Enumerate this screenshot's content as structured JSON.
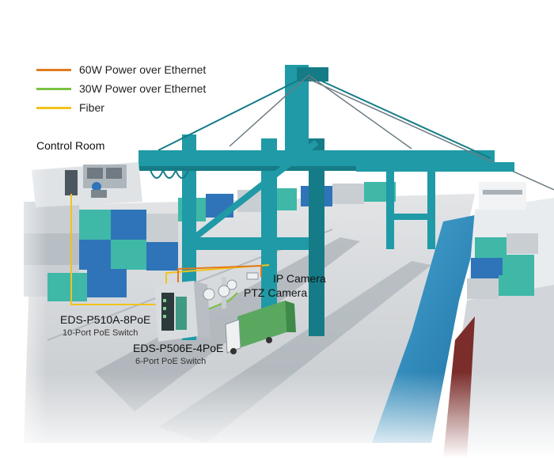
{
  "legend": {
    "items": [
      {
        "label": "60W Power over Ethernet",
        "color": "#e07a1f"
      },
      {
        "label": "30W Power over Ethernet",
        "color": "#7bc142"
      },
      {
        "label": "Fiber",
        "color": "#f2c31a"
      }
    ]
  },
  "labels": {
    "control_room": "Control Room",
    "ip_camera": "IP Camera",
    "ptz_camera": "PTZ Camera",
    "switch_a_model": "EDS-P510A-8PoE",
    "switch_a_desc": "10-Port PoE Switch",
    "switch_b_model": "EDS-P506E-4PoE",
    "switch_b_desc": "6-Port PoE Switch"
  },
  "colors": {
    "crane": "#1f9aa6",
    "crane_dark": "#157c87",
    "container_teal": "#3fb8a8",
    "container_blue": "#2f74b8",
    "container_grey": "#c9ced3",
    "ground": "#d8dbde",
    "water": "#2c8fc2",
    "truck_container": "#5aa860"
  }
}
